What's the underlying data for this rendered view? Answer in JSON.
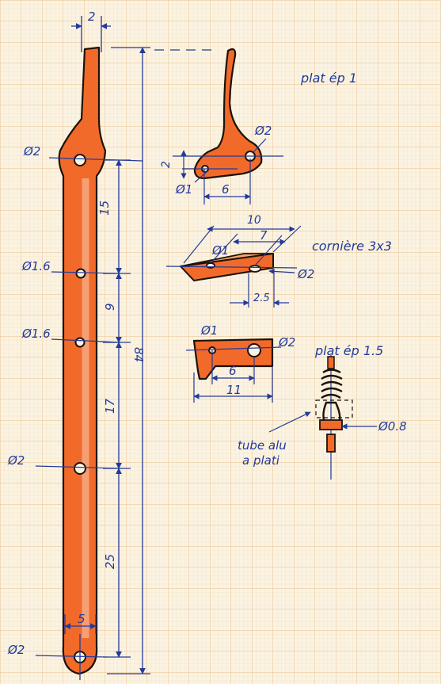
{
  "colors": {
    "paper": "#fbf3e2",
    "grid_minor": "#f1d9b6",
    "grid_major": "#e7bf8a",
    "fill": "#f26a2a",
    "outline": "#1c1208",
    "ink": "#233a9a"
  },
  "main_arm": {
    "top_width": "2",
    "total_length": "84",
    "bottom_width": "5",
    "holes": [
      "Ø2",
      "Ø1.6",
      "Ø1.6",
      "Ø2",
      "Ø2"
    ],
    "spacings": [
      "15",
      "9",
      "17",
      "25"
    ]
  },
  "hook_part": {
    "label": "plat ép 1",
    "hole_large": "Ø2",
    "hole_small": "Ø1",
    "height_dim": "2",
    "spacing_dim": "6"
  },
  "angle_part": {
    "label": "cornière 3x3",
    "length_dim": "10",
    "spacing_dim": "7",
    "hole_small": "Ø1",
    "hole_large": "Ø2",
    "offset_dim": "2.5"
  },
  "flat_part": {
    "label": "plat ép 1.5",
    "hole_small": "Ø1",
    "hole_large": "Ø2",
    "spacing_dim": "6",
    "length_dim": "11"
  },
  "spring_part": {
    "wire_dim": "Ø0.8",
    "note_line1": "tube alu",
    "note_line2": "a plati"
  }
}
